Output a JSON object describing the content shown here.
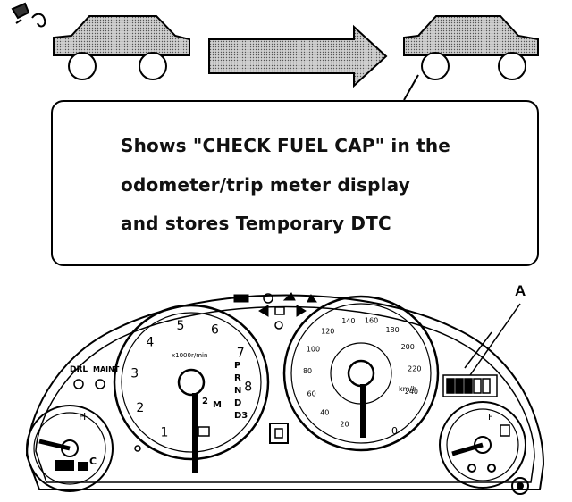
{
  "callout": {
    "lines": [
      "Shows \"CHECK FUEL CAP\" in the",
      "odometer/trip meter display",
      "and stores Temporary DTC"
    ]
  },
  "callout_label": "A",
  "tachometer": {
    "ticks": [
      "1",
      "2",
      "3",
      "4",
      "5",
      "6",
      "7",
      "8"
    ],
    "unit": "x1000r/min",
    "gears": [
      "P",
      "R",
      "N",
      "D",
      "D3",
      "2",
      "M"
    ]
  },
  "speedometer": {
    "outer_ticks": [
      "20",
      "40",
      "60",
      "80",
      "100",
      "120",
      "140",
      "160",
      "180",
      "200",
      "220",
      "240"
    ],
    "unit": "km/h",
    "value_zero": "0"
  },
  "left_gauge": {
    "label_top": "H",
    "label_bottom": "C"
  },
  "right_gauge": {
    "label_top": "F"
  },
  "indicators": [
    "DRL",
    "MAINT"
  ],
  "colors": {
    "ink": "#000000",
    "car_fill": "#b8b8b8",
    "arrow_fill": "#a8a8a8"
  }
}
